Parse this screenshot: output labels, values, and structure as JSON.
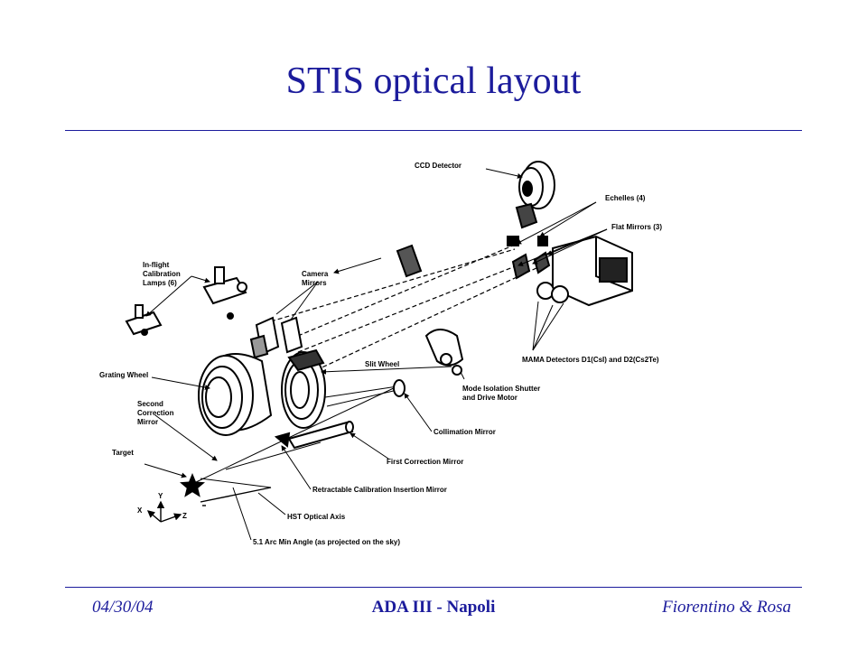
{
  "slide": {
    "title": "STIS optical layout",
    "footer_date": "04/30/04",
    "footer_center": "ADA III  - Napoli",
    "footer_authors": "Fiorentino & Rosa"
  },
  "diagram": {
    "labels": {
      "ccd_detector": "CCD Detector",
      "echelles": "Echelles (4)",
      "flat_mirrors": "Flat Mirrors (3)",
      "calibration_lamps_1": "In-flight",
      "calibration_lamps_2": "Calibration",
      "calibration_lamps_3": "Lamps (6)",
      "camera_mirrors_1": "Camera",
      "camera_mirrors_2": "Mirrors",
      "slit_wheel": "Slit Wheel",
      "grating_wheel": "Grating Wheel",
      "second_correction_1": "Second",
      "second_correction_2": "Correction",
      "second_correction_3": "Mirror",
      "target": "Target",
      "mama_detectors": "MAMA Detectors D1(CsI) and D2(Cs2Te)",
      "mode_isolation_1": "Mode Isolation Shutter",
      "mode_isolation_2": "and Drive Motor",
      "collimation_mirror": "Collimation Mirror",
      "first_correction": "First Correction Mirror",
      "retractable_calibration": "Retractable Calibration Insertion Mirror",
      "hst_optical_axis": "HST Optical Axis",
      "arc_min_angle": "5.1 Arc Min  Angle (as projected on the sky)",
      "axis_y": "Y",
      "axis_x": "X",
      "axis_z": "Z"
    }
  }
}
